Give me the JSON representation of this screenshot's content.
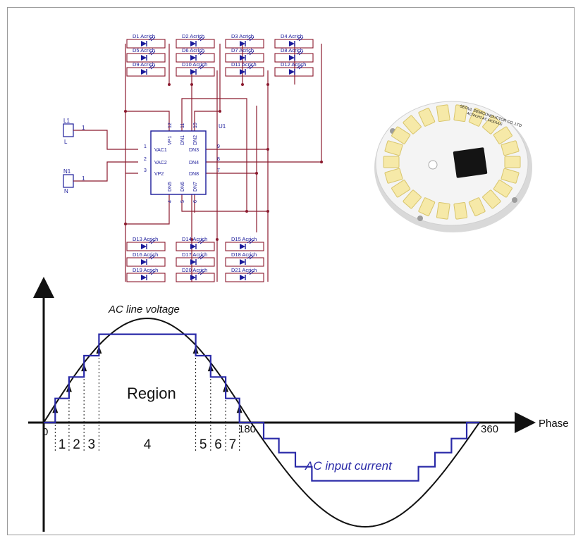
{
  "schematic": {
    "connectors": [
      {
        "ref": "L1",
        "pin": "1",
        "name": "L"
      },
      {
        "ref": "N1",
        "pin": "1",
        "name": "N"
      }
    ],
    "ic": {
      "ref": "U1",
      "pins_left": [
        {
          "num": "1",
          "name": "VAC1"
        },
        {
          "num": "2",
          "name": "VAC2"
        },
        {
          "num": "3",
          "name": "VP2"
        }
      ],
      "pins_right": [
        {
          "num": "9",
          "name": "DN3"
        },
        {
          "num": "8",
          "name": "DN4"
        },
        {
          "num": "7",
          "name": "DN8"
        }
      ],
      "pins_top": [
        {
          "num": "12",
          "name": "VP1"
        },
        {
          "num": "11",
          "name": "DN1"
        },
        {
          "num": "10",
          "name": "DN2"
        }
      ],
      "pins_bottom": [
        {
          "num": "4",
          "name": "DN5"
        },
        {
          "num": "5",
          "name": "DN6"
        },
        {
          "num": "6",
          "name": "DN7"
        }
      ]
    },
    "diodes_top": [
      "D1",
      "D2",
      "D3",
      "D4",
      "D5",
      "D6",
      "D7",
      "D8",
      "D9",
      "D10",
      "D11",
      "D12"
    ],
    "diodes_bottom": [
      "D13",
      "D14",
      "D15",
      "D16",
      "D17",
      "D18",
      "D19",
      "D20",
      "D21"
    ],
    "diode_part": "Acrich"
  },
  "photo": {
    "pcb_text_top": "SEOUL SEMICONDUCTOR CO.,LTD",
    "pcb_text_side": "ACRICH2 AC MODULE"
  },
  "waveform": {
    "title": "AC line voltage",
    "current_label": "AC input current",
    "region_label": "Region",
    "axis_label": "Phase",
    "tick_0": "0",
    "tick_180": "180",
    "tick_360": "360",
    "regions": [
      "1",
      "2",
      "3",
      "4",
      "5",
      "6",
      "7"
    ],
    "colors": {
      "voltage": "#111111",
      "current": "#2a2aa8",
      "wire": "#8b1a2e",
      "schematic": "#1a1a9a"
    }
  }
}
